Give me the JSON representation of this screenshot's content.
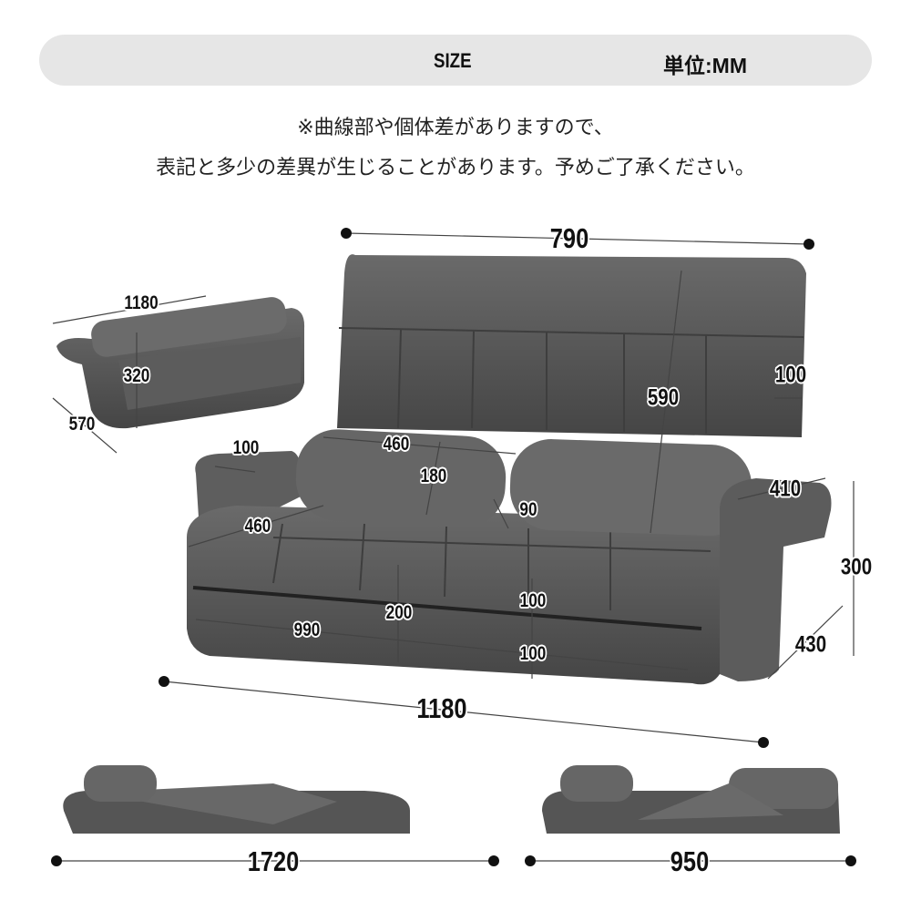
{
  "header": {
    "title": "SIZE",
    "unit": "単位:MM"
  },
  "notice": {
    "line1": "※曲線部や個体差がありますので、",
    "line2": "表記と多少の差異が生じることがあります。予めご了承ください。"
  },
  "dimensions": {
    "overall_width_top": "790",
    "back_height": "590",
    "back_thickness": "100",
    "folded_width": "1180",
    "folded_height": "320",
    "folded_depth": "570",
    "arm_width": "100",
    "pillow_length": "460",
    "pillow_height": "180",
    "pillow_depth": "90",
    "arm_length_right": "410",
    "arm_length_left": "460",
    "arm_height": "300",
    "arm_depth": "430",
    "seat_height": "200",
    "seat_upper": "100",
    "seat_width": "990",
    "seat_lower": "100",
    "overall_width": "1180",
    "flat_length": "1720",
    "recline_length": "950"
  },
  "colors": {
    "fabric": "#5a5a5a",
    "bar": "#e6e6e6"
  }
}
